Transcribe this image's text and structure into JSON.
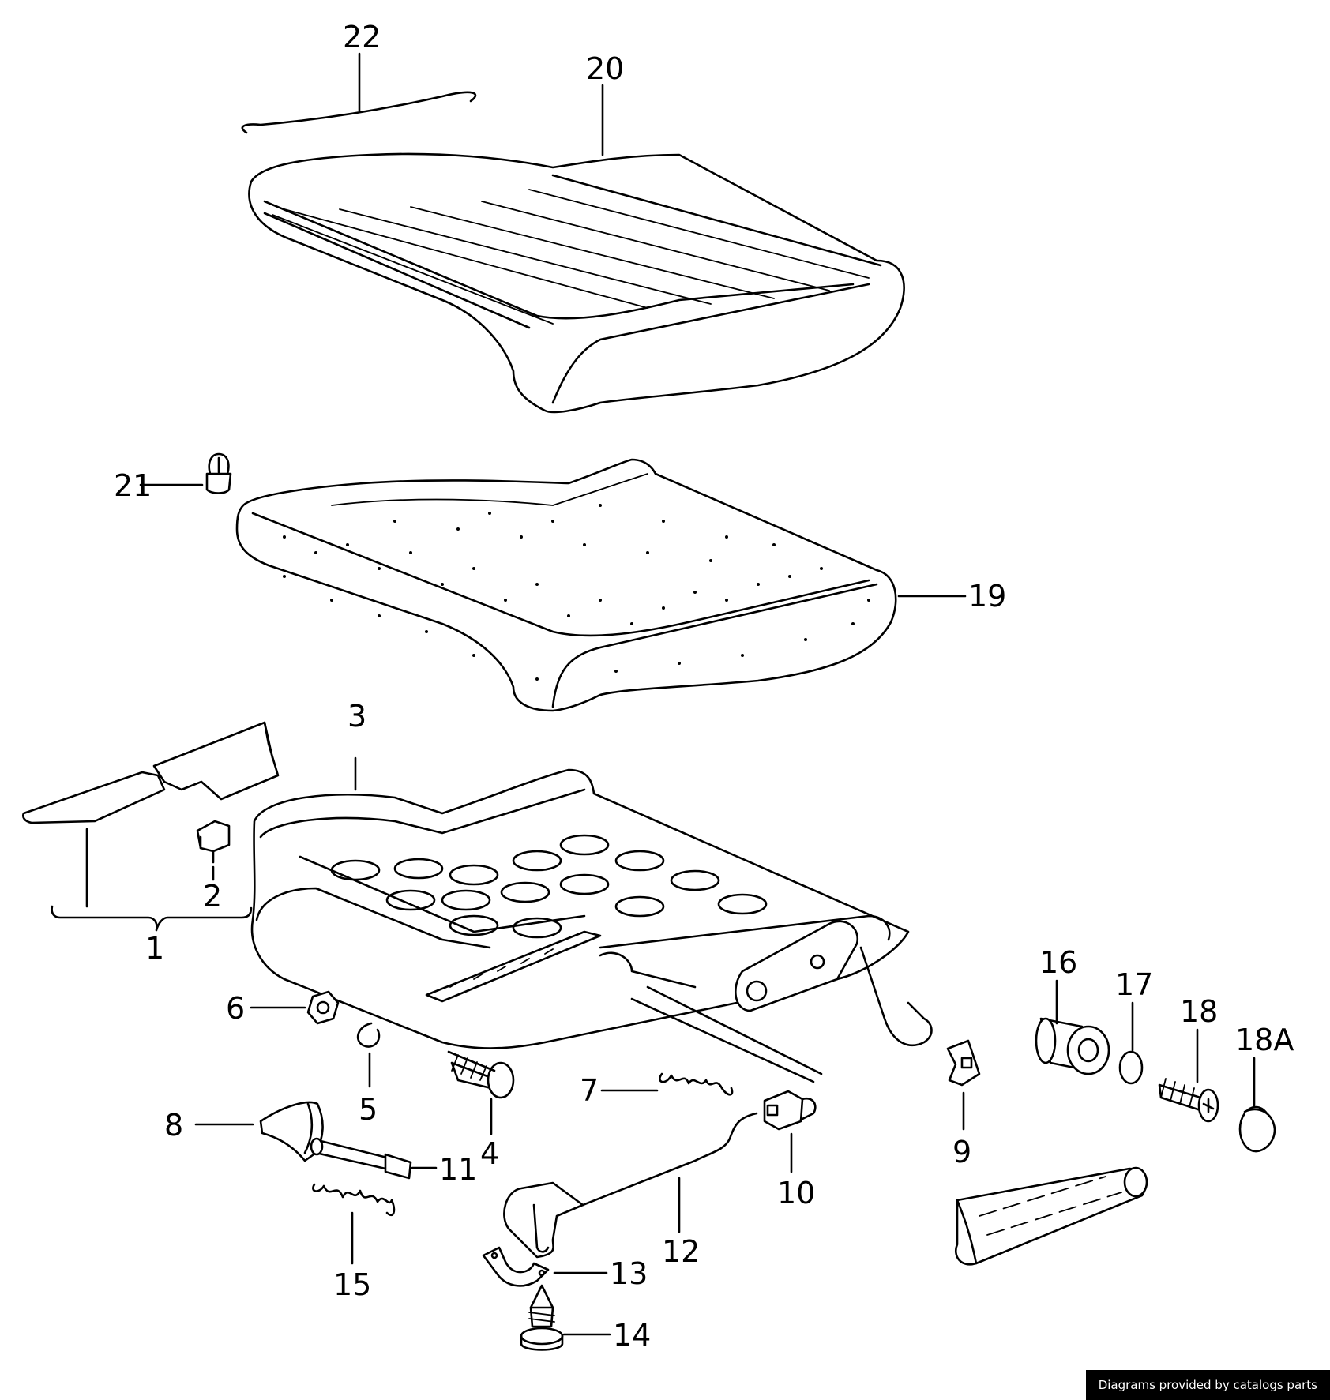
{
  "diagram": {
    "callouts": [
      {
        "id": "c1",
        "text": "1"
      },
      {
        "id": "c2",
        "text": "2"
      },
      {
        "id": "c3",
        "text": "3"
      },
      {
        "id": "c4",
        "text": "4"
      },
      {
        "id": "c5",
        "text": "5"
      },
      {
        "id": "c6",
        "text": "6"
      },
      {
        "id": "c7",
        "text": "7"
      },
      {
        "id": "c8",
        "text": "8"
      },
      {
        "id": "c9",
        "text": "9"
      },
      {
        "id": "c10",
        "text": "10"
      },
      {
        "id": "c11",
        "text": "11"
      },
      {
        "id": "c12",
        "text": "12"
      },
      {
        "id": "c13",
        "text": "13"
      },
      {
        "id": "c14",
        "text": "14"
      },
      {
        "id": "c15",
        "text": "15"
      },
      {
        "id": "c16",
        "text": "16"
      },
      {
        "id": "c17",
        "text": "17"
      },
      {
        "id": "c18",
        "text": "18"
      },
      {
        "id": "c18a",
        "text": "18A"
      },
      {
        "id": "c19",
        "text": "19"
      },
      {
        "id": "c20",
        "text": "20"
      },
      {
        "id": "c21",
        "text": "21"
      },
      {
        "id": "c22",
        "text": "22"
      }
    ]
  },
  "footer": {
    "credit": "Diagrams provided by catalogs parts"
  }
}
